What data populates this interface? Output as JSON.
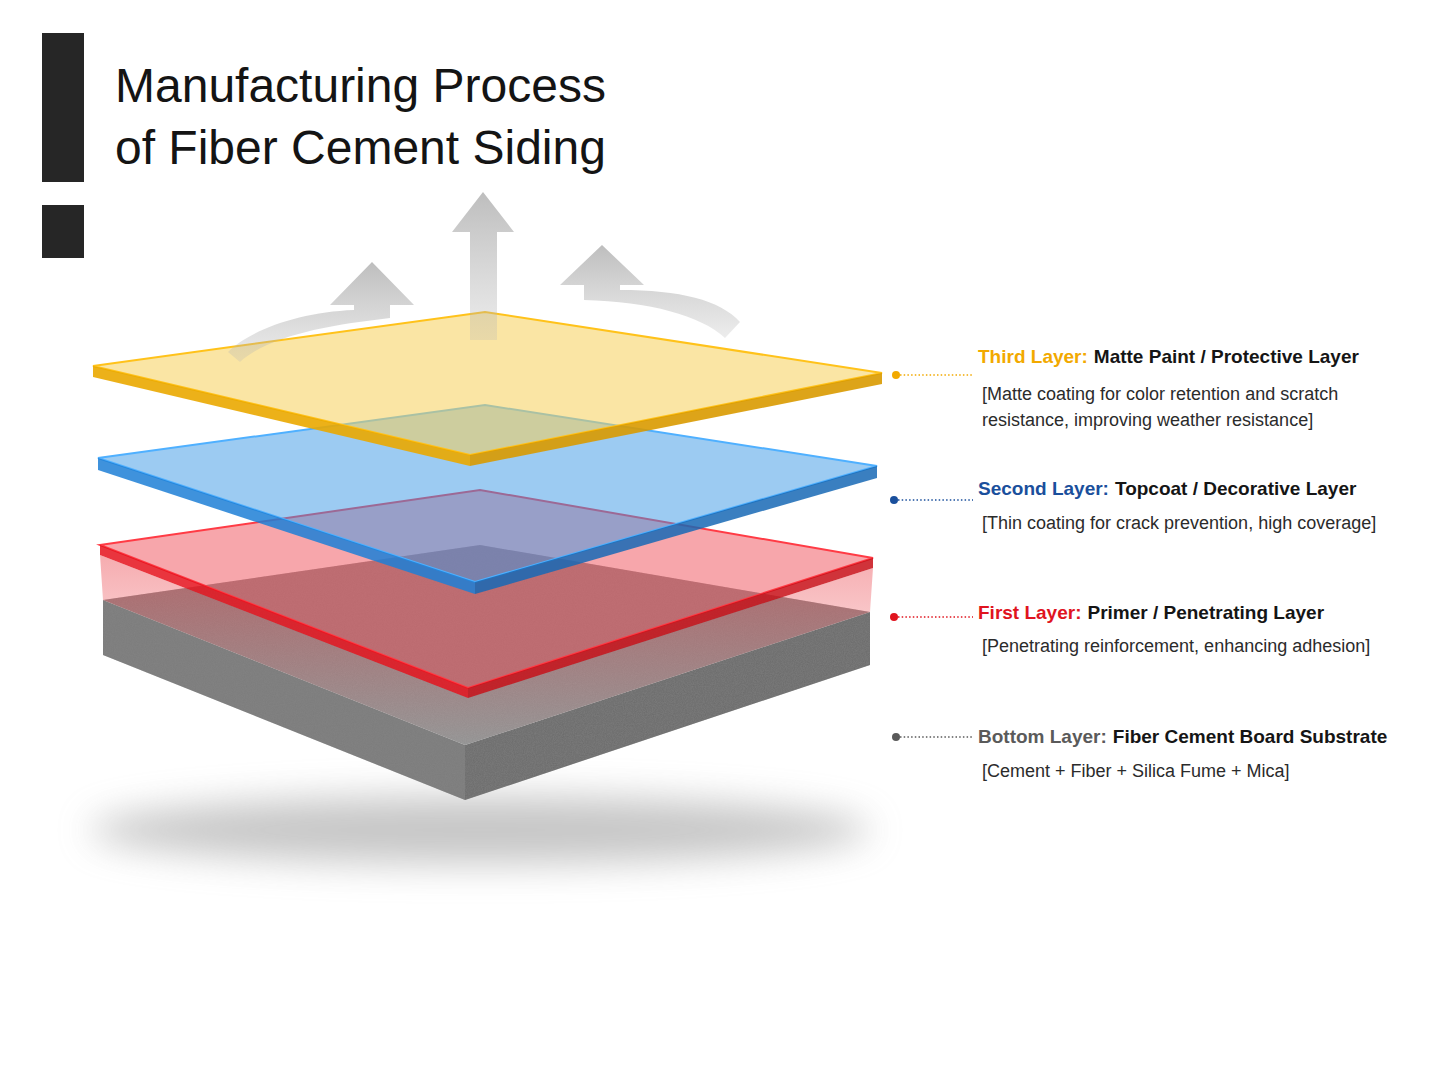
{
  "diagram": {
    "title": "Manufacturing Process of Fiber Cement Siding",
    "labels": [
      "Third Layer:",
      "Matte Paint / Protective Layer",
      "[Matte coating for color retention and scratch resistance, improving weather resistance]",
      "Second Layer:",
      "Topcoat / Decorative Layer",
      "[Thin coating for crack prevention, high coverage]",
      "First Layer:",
      "Primer / Penetrating Layer",
      "[Penetrating reinforcement, enhancing adhesion]",
      "Bottom Layer:",
      "Fiber Cement Board Substrate",
      "[Cement + Fiber + Silica Fume + Mica]"
    ]
  }
}
